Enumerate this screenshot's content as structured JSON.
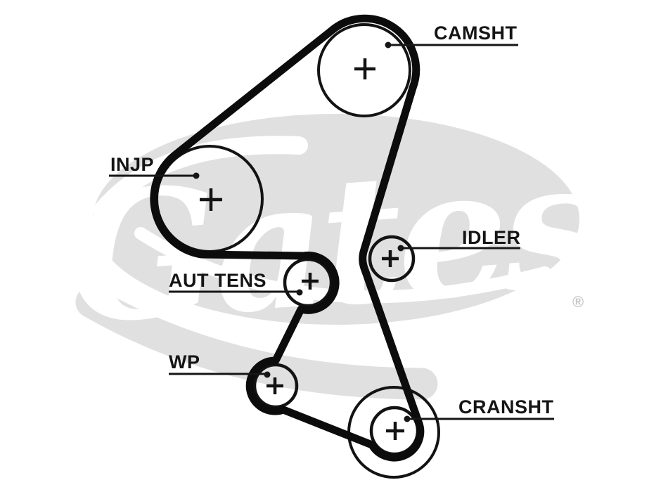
{
  "page": {
    "background_color": "#ffffff"
  },
  "diagram": {
    "kind": "timing-belt-routing-diagram",
    "belt_color": "#0c0c0c",
    "line_color": "#151515",
    "labels": {
      "camsht": "CAMSHT",
      "injp": "INJP",
      "idler": "IDLER",
      "aut_tens": "AUT TENS",
      "wp": "WP",
      "cransht": "CRANSHT"
    },
    "pulleys": [
      {
        "id": "camsht",
        "label": "CAMSHT",
        "marker": "+"
      },
      {
        "id": "injp",
        "label": "INJP",
        "marker": "+"
      },
      {
        "id": "idler",
        "label": "IDLER",
        "marker": "+"
      },
      {
        "id": "aut-tens",
        "label": "AUT TENS",
        "marker": "+"
      },
      {
        "id": "wp",
        "label": "WP",
        "marker": "+"
      },
      {
        "id": "cransht",
        "label": "CRANSHT",
        "marker": "+"
      }
    ],
    "belt_route": [
      "CAMSHT",
      "IDLER",
      "CRANSHT",
      "WP",
      "AUT TENS",
      "INJP"
    ],
    "watermark": {
      "brand": "Gates",
      "registered_symbol": "®",
      "oval_color": "#e0e0e0",
      "script_color": "#ffffff",
      "registered_color": "#c5c5c5"
    }
  }
}
